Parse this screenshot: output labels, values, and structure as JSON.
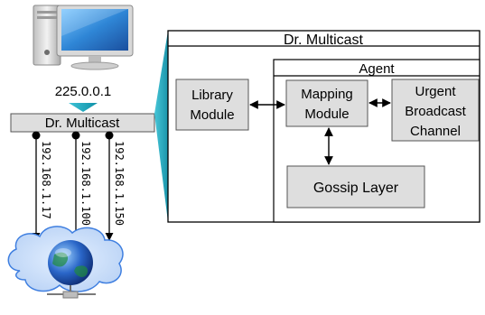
{
  "host": {
    "ip_address": "225.0.0.1"
  },
  "dr_multicast": {
    "left_label": "Dr. Multicast",
    "big_title": "Dr. Multicast"
  },
  "links": [
    {
      "ip": "192.168.1.17"
    },
    {
      "ip": "192.168.1.100"
    },
    {
      "ip": "192.168.1.150"
    }
  ],
  "agent": {
    "title": "Agent",
    "mapping_module": [
      "Mapping",
      "Module"
    ],
    "urgent_channel": [
      "Urgent",
      "Broadcast",
      "Channel"
    ],
    "gossip_layer": "Gossip Layer"
  },
  "library_module": [
    "Library",
    "Module"
  ],
  "colors": {
    "box_gray": "#dedede",
    "callout_cyan": "#3ec3d6",
    "monitor_blue": "#2f86d6",
    "globe_blue": "#2a66c8",
    "cloud_blue": "#3f7fe0"
  },
  "icons": {
    "computer": "desktop-computer-icon",
    "network": "network-cloud-globe-icon"
  }
}
